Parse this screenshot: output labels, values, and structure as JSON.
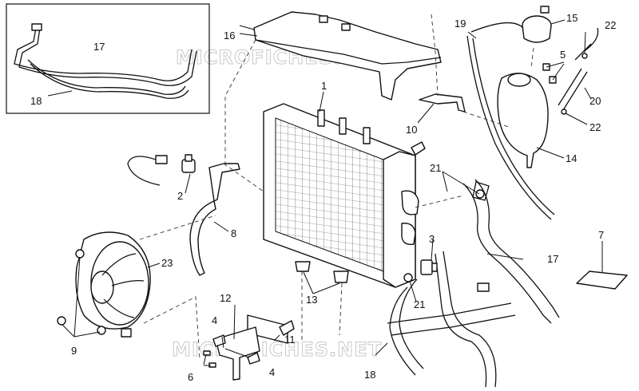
{
  "watermarks": [
    "MICROFICHES.NET",
    "MICROFICHES.NET"
  ],
  "callouts": {
    "c1": "1",
    "c2": "2",
    "c3": "3",
    "c4a": "4",
    "c4b": "4",
    "c5": "5",
    "c6": "6",
    "c7": "7",
    "c8": "8",
    "c9": "9",
    "c10": "10",
    "c11": "11",
    "c12": "12",
    "c13": "13",
    "c14": "14",
    "c15": "15",
    "c16": "16",
    "c17a": "17",
    "c17b": "17",
    "c18a": "18",
    "c18b": "18",
    "c19": "19",
    "c20": "20",
    "c21a": "21",
    "c21b": "21",
    "c22a": "22",
    "c22b": "22",
    "c23": "23"
  }
}
